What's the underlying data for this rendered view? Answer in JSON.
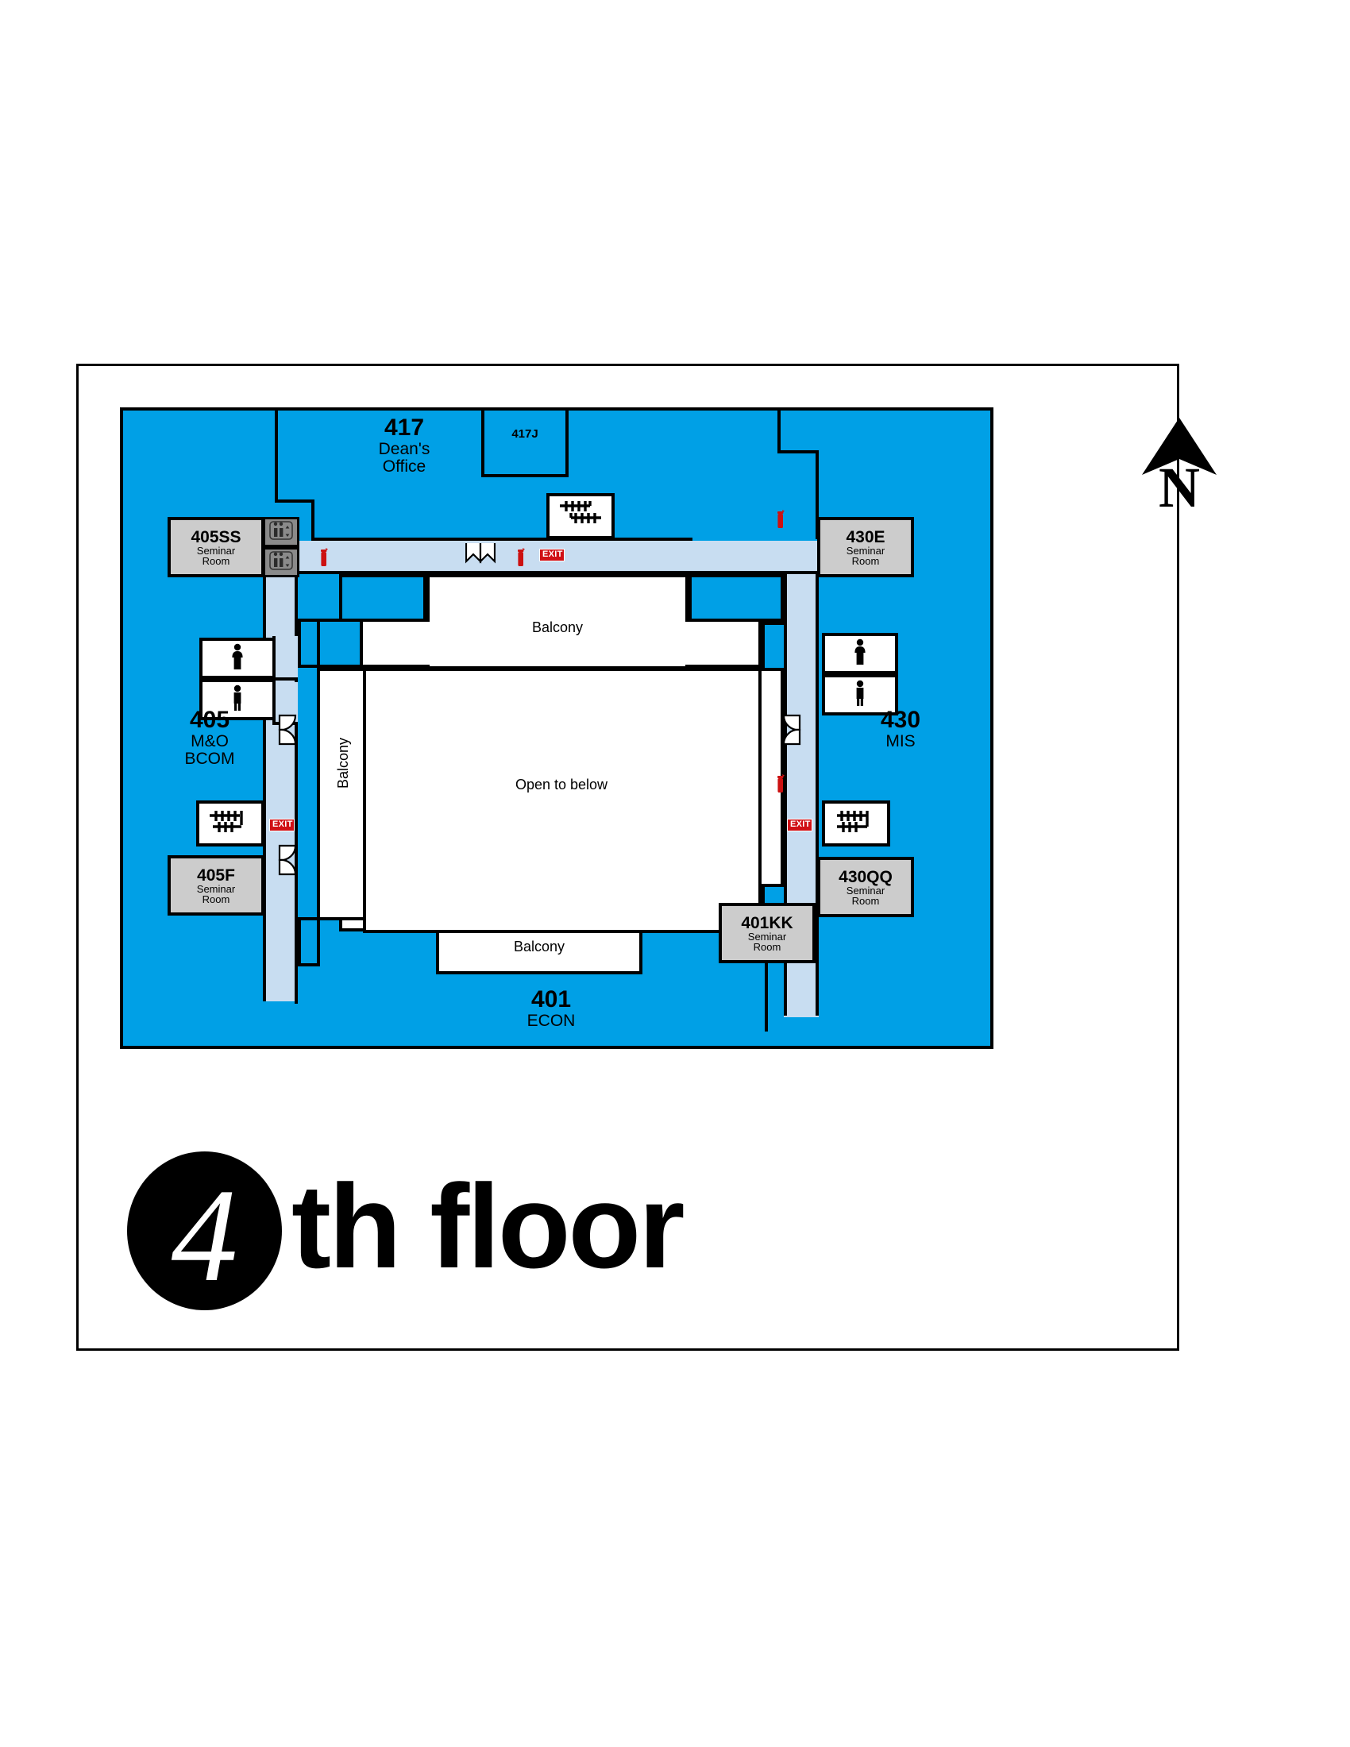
{
  "footer": {
    "floor_number": "4",
    "floor_word": "th floor"
  },
  "compass": {
    "label": "N",
    "icon": "north-arrow-icon"
  },
  "map": {
    "rooms": [
      {
        "id": "417",
        "number": "417",
        "sub1": "Dean's",
        "sub2": "Office"
      },
      {
        "id": "417J",
        "number": "417J",
        "sub1": "",
        "sub2": ""
      },
      {
        "id": "405",
        "number": "405",
        "sub1": "M&O",
        "sub2": "BCOM"
      },
      {
        "id": "430",
        "number": "430",
        "sub1": "MIS",
        "sub2": ""
      },
      {
        "id": "401",
        "number": "401",
        "sub1": "ECON",
        "sub2": ""
      }
    ],
    "seminar_rooms": [
      {
        "id": "405SS",
        "number": "405SS",
        "line1": "Seminar",
        "line2": "Room"
      },
      {
        "id": "430E",
        "number": "430E",
        "line1": "Seminar",
        "line2": "Room"
      },
      {
        "id": "405F",
        "number": "405F",
        "line1": "Seminar",
        "line2": "Room"
      },
      {
        "id": "430QQ",
        "number": "430QQ",
        "line1": "Seminar",
        "line2": "Room"
      },
      {
        "id": "401KK",
        "number": "401KK",
        "line1": "Seminar",
        "line2": "Room"
      }
    ],
    "atrium": {
      "open_label": "Open to below",
      "balcony_top": "Balcony",
      "balcony_bottom": "Balcony",
      "balcony_left": "Balcony"
    },
    "exit_signs": [
      {
        "id": "exit-top",
        "label": "EXIT"
      },
      {
        "id": "exit-left",
        "label": "EXIT"
      },
      {
        "id": "exit-right",
        "label": "EXIT"
      }
    ],
    "icons": {
      "elevator": "elevator-icon",
      "stairs": "stairs-icon",
      "restroom_women": "restroom-women-icon",
      "restroom_men": "restroom-men-icon",
      "fire_extinguisher": "fire-extinguisher-icon",
      "door": "door-swing-icon",
      "double_door": "double-door-icon"
    }
  },
  "colors": {
    "room_fill": "#00A0E6",
    "corridor_fill": "#C8DDF1",
    "plaque_fill": "#CCCCCC",
    "atrium_fill": "#FFFFFF",
    "wall_stroke": "#000000",
    "exit_red": "#D01016",
    "extinguisher_red": "#CC1111"
  }
}
